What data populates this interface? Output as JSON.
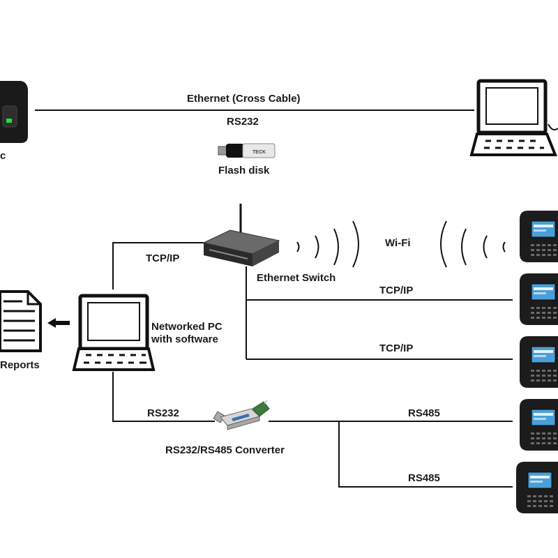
{
  "labels": {
    "partial_device_label": "c",
    "ethernet_cross_cable": "Ethernet  (Cross Cable)",
    "rs232_top": "RS232",
    "flash_disk": "Flash disk",
    "flash_disk_brand": "TECK",
    "tcpip_router": "TCP/IP",
    "wifi": "Wi-Fi",
    "ethernet_switch": "Ethernet Switch",
    "tcpip_1": "TCP/IP",
    "tcpip_2": "TCP/IP",
    "networked_pc_line1": "Networked PC",
    "networked_pc_line2": "with software",
    "reports": "Reports",
    "rs232_bottom": "RS232",
    "converter": "RS232/RS485 Converter",
    "rs485_1": "RS485",
    "rs485_2": "RS485"
  },
  "colors": {
    "line": "#111111",
    "device_body": "#1c1c1c",
    "screen": "#4a9fd8",
    "led": "#22dd44"
  }
}
